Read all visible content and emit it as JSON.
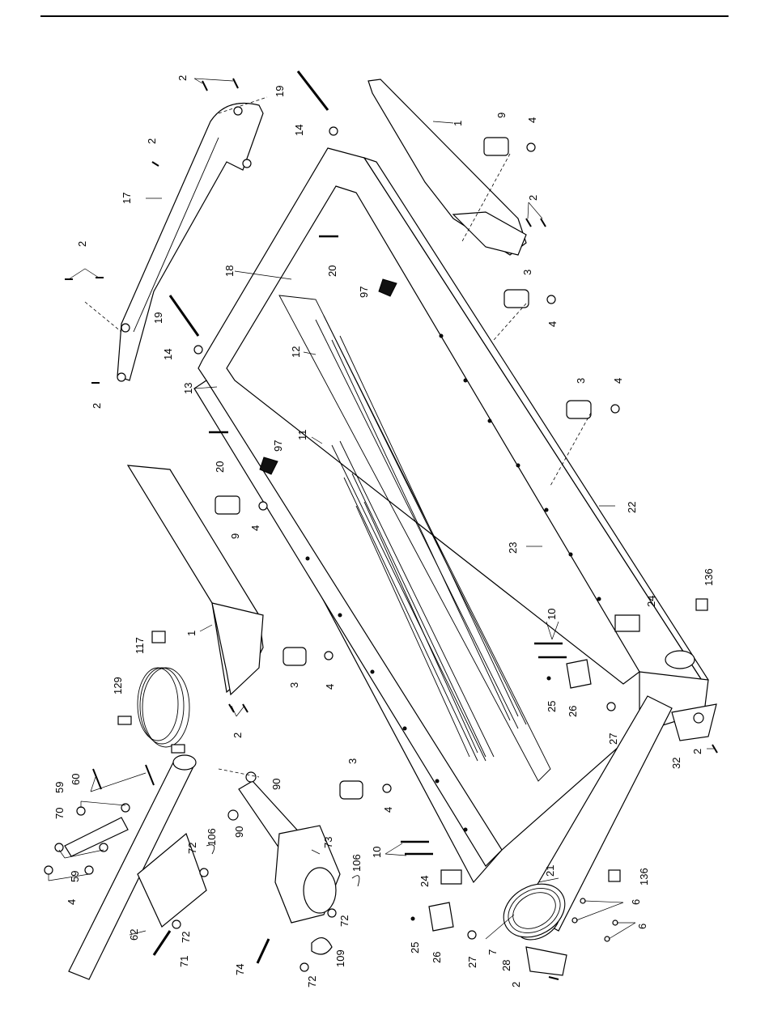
{
  "callouts": {
    "p1a": "1",
    "p1b": "1",
    "p2": "2",
    "p3": "3",
    "p4": "4",
    "p6": "6",
    "p7": "7",
    "p9": "9",
    "p10": "10",
    "p11": "11",
    "p12": "12",
    "p13": "13",
    "p14": "14",
    "p17": "17",
    "p18": "18",
    "p19": "19",
    "p20": "20",
    "p21": "21",
    "p22": "22",
    "p23": "23",
    "p24": "24",
    "p25": "25",
    "p26": "26",
    "p27": "27",
    "p28": "28",
    "p32": "32",
    "p59": "59",
    "p60": "60",
    "p62": "62",
    "p70": "70",
    "p71": "71",
    "p72": "72",
    "p73": "73",
    "p74": "74",
    "p90": "90",
    "p97": "97",
    "p106": "106",
    "p109": "109",
    "p117": "117",
    "p129": "129",
    "p136": "136"
  }
}
